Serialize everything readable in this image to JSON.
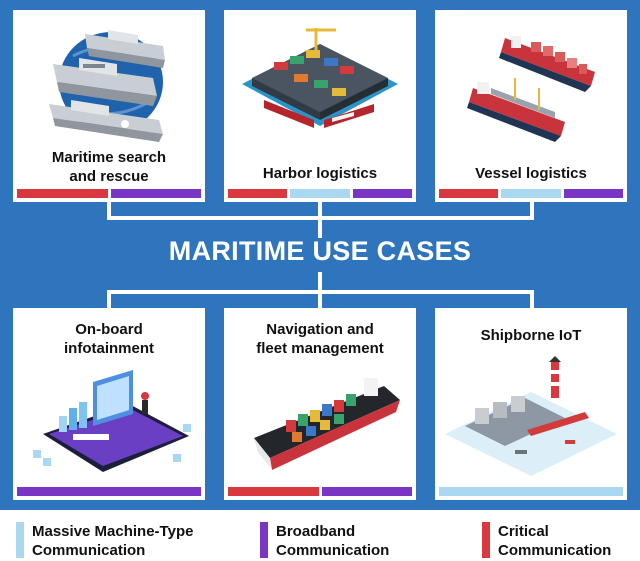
{
  "title": "MARITIME USE CASES",
  "colors": {
    "panel_bg": "#2f75bd",
    "massive": "#aad8f0",
    "broadband": "#7b35c4",
    "critical": "#d9383e"
  },
  "cards": [
    {
      "id": "search-rescue",
      "title_lines": [
        "Maritime search",
        "and rescue"
      ],
      "categories": [
        "critical",
        "broadband"
      ],
      "illustration": "rescue-ships-illustration"
    },
    {
      "id": "harbor",
      "title_lines": [
        "Harbor logistics"
      ],
      "categories": [
        "critical",
        "massive",
        "broadband"
      ],
      "illustration": "harbor-port-illustration"
    },
    {
      "id": "vessel",
      "title_lines": [
        "Vessel logistics"
      ],
      "categories": [
        "critical",
        "massive",
        "broadband"
      ],
      "illustration": "cargo-vessels-illustration"
    },
    {
      "id": "infotainment",
      "title_lines": [
        "On-board",
        "infotainment"
      ],
      "categories": [
        "broadband"
      ],
      "illustration": "phone-infotainment-illustration"
    },
    {
      "id": "navigation",
      "title_lines": [
        "Navigation and",
        "fleet management"
      ],
      "categories": [
        "critical",
        "broadband"
      ],
      "illustration": "container-ship-illustration"
    },
    {
      "id": "iot",
      "title_lines": [
        "Shipborne IoT"
      ],
      "categories": [
        "massive"
      ],
      "illustration": "smart-port-lighthouse-illustration"
    }
  ],
  "legend": [
    {
      "key": "massive",
      "lines": [
        "Massive Machine-Type",
        "Communication"
      ]
    },
    {
      "key": "broadband",
      "lines": [
        "Broadband",
        "Communication"
      ]
    },
    {
      "key": "critical",
      "lines": [
        "Critical",
        "Communication"
      ]
    }
  ]
}
